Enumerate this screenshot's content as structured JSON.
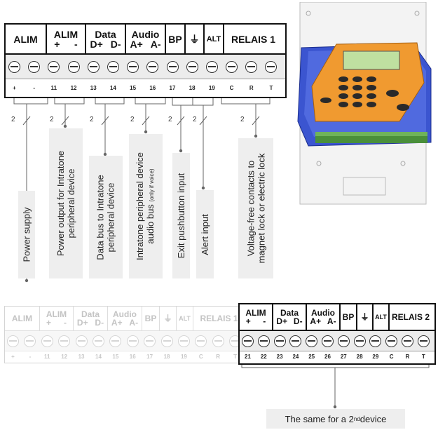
{
  "headers": {
    "alim": "ALIM",
    "alim_pm": {
      "top": "ALIM",
      "a": "+",
      "b": "-"
    },
    "data": {
      "top": "Data",
      "a": "D+",
      "b": "D-"
    },
    "audio": {
      "top": "Audio",
      "a": "A+",
      "b": "A-"
    },
    "bp": "BP",
    "ground": "⏚",
    "alt": "ALT",
    "relais1": "RELAIS 1",
    "relais2": "RELAIS 2"
  },
  "terminals_1": [
    "+",
    "-",
    "11",
    "12",
    "13",
    "14",
    "15",
    "16",
    "17",
    "18",
    "19",
    "C",
    "R",
    "T"
  ],
  "terminals_2": [
    "21",
    "22",
    "23",
    "24",
    "25",
    "26",
    "27",
    "28",
    "29",
    "C",
    "R",
    "T"
  ],
  "wire_count": "2",
  "labels": {
    "power_supply": "Power supply",
    "power_output_1": "Power output for Intratone",
    "power_output_2": "peripheral device",
    "data_bus_1": "Data bus to Intratone",
    "data_bus_2": "peripheral device",
    "audio_bus_1": "Intratone peripheral device",
    "audio_bus_2": "audio bus",
    "audio_bus_note": "(only if voice)",
    "exit": "Exit pushbutton input",
    "alert": "Alert input",
    "relay_1": "Voltage-free contacts to",
    "relay_2": "magnet lock or electric lock",
    "second_device_pre": "The same for a 2",
    "second_device_sup": "nd",
    "second_device_post": " device"
  }
}
